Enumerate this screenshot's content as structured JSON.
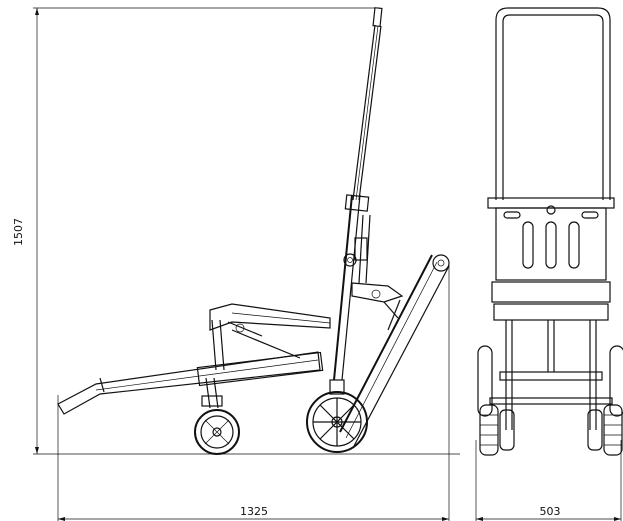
{
  "dimensions": {
    "height": "1507",
    "side_length": "1325",
    "front_width": "503"
  }
}
